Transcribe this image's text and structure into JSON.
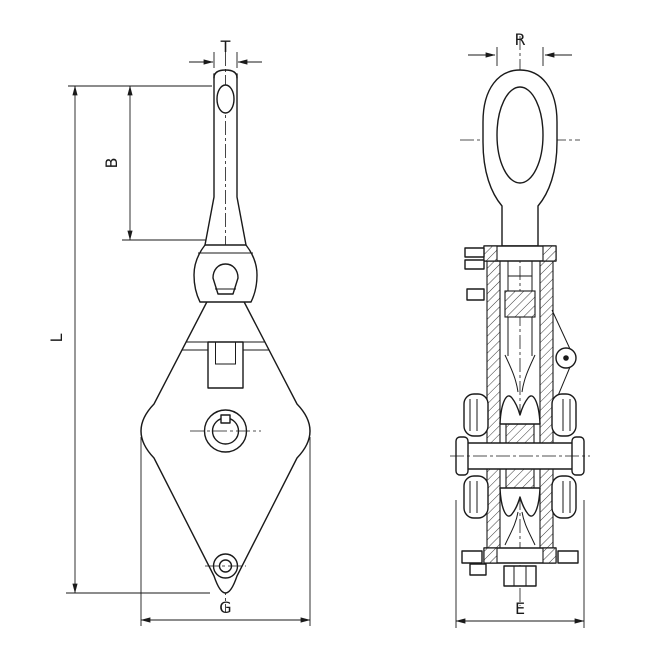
{
  "drawing": {
    "labels": {
      "T": "T",
      "B": "B",
      "L": "L",
      "G": "G",
      "R": "R",
      "E": "E"
    },
    "colors": {
      "line": "#1a1a1a",
      "background": "#ffffff"
    }
  }
}
